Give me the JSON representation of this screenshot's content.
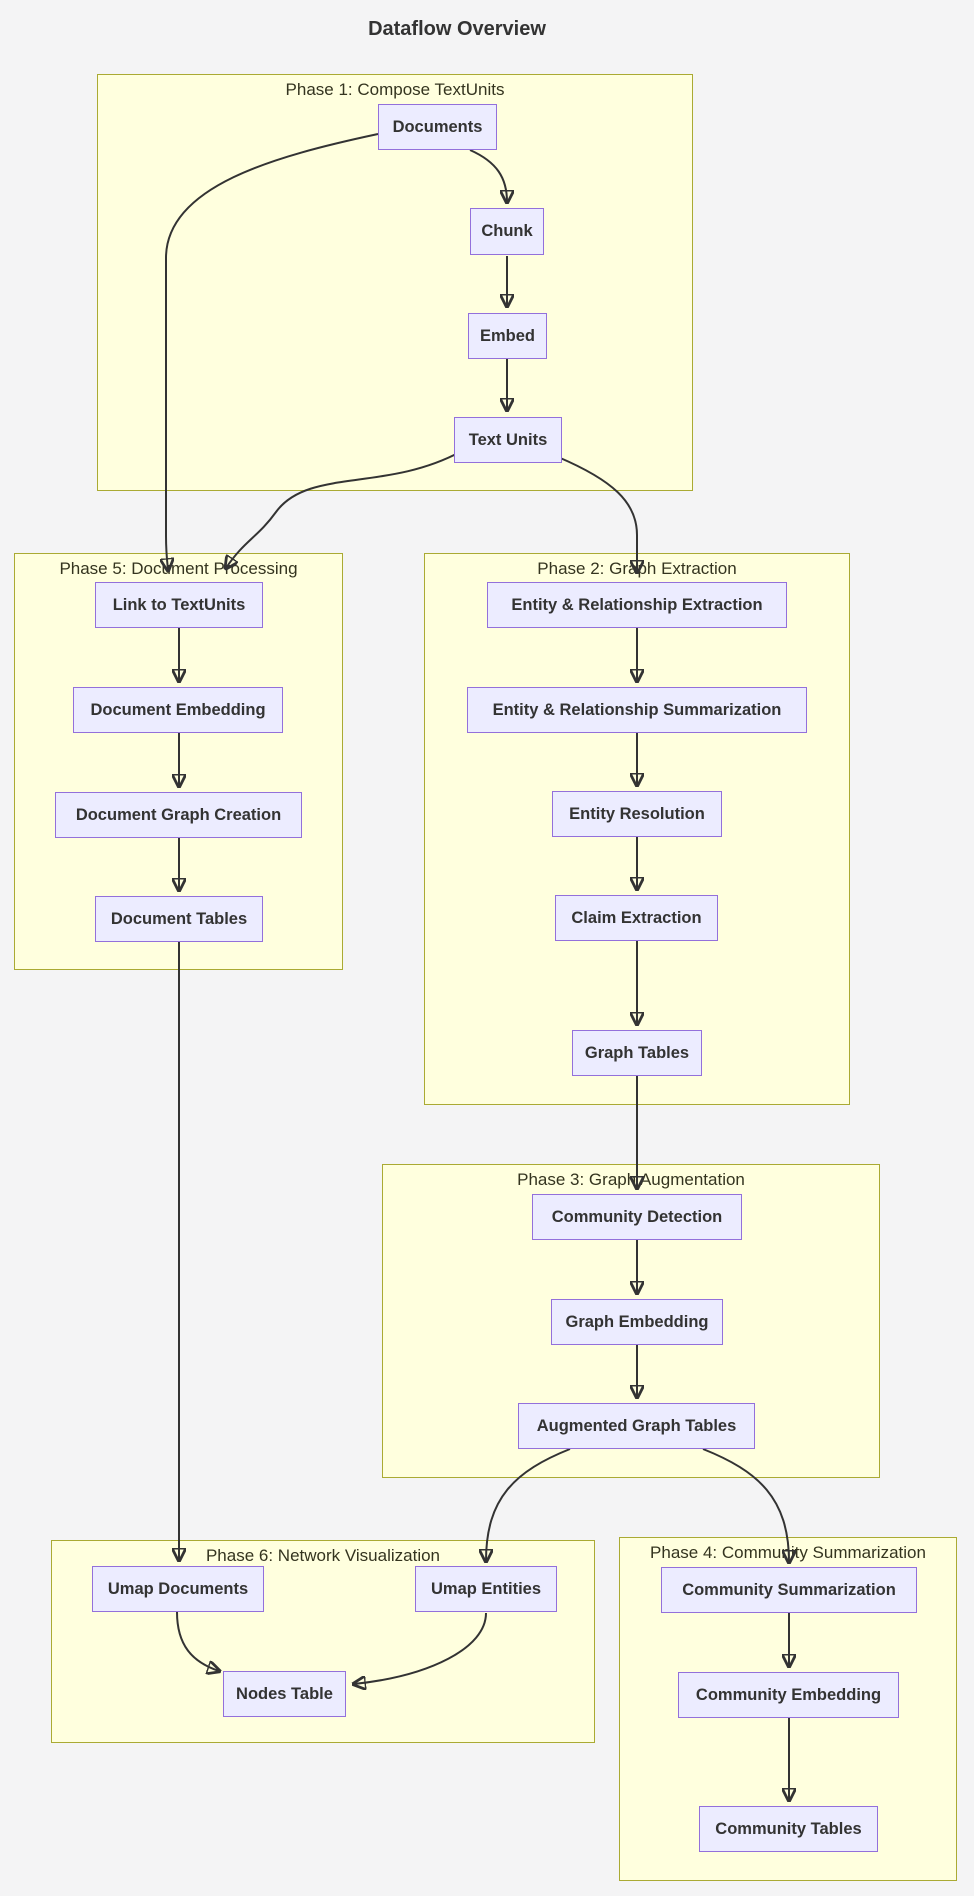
{
  "title": "Dataflow Overview",
  "diagram": {
    "phases": [
      {
        "id": "phase1",
        "label": "Phase 1: Compose TextUnits",
        "nodes": [
          {
            "id": "documents",
            "label": "Documents"
          },
          {
            "id": "chunk",
            "label": "Chunk"
          },
          {
            "id": "embed",
            "label": "Embed"
          },
          {
            "id": "text-units",
            "label": "Text Units"
          }
        ]
      },
      {
        "id": "phase5",
        "label": "Phase 5: Document Processing",
        "nodes": [
          {
            "id": "link-to-textunits",
            "label": "Link to TextUnits"
          },
          {
            "id": "document-embedding",
            "label": "Document Embedding"
          },
          {
            "id": "document-graph-creation",
            "label": "Document Graph Creation"
          },
          {
            "id": "document-tables",
            "label": "Document Tables"
          }
        ]
      },
      {
        "id": "phase2",
        "label": "Phase 2: Graph Extraction",
        "nodes": [
          {
            "id": "entity-relationship-extraction",
            "label": "Entity & Relationship Extraction"
          },
          {
            "id": "entity-relationship-summarization",
            "label": "Entity & Relationship Summarization"
          },
          {
            "id": "entity-resolution",
            "label": "Entity Resolution"
          },
          {
            "id": "claim-extraction",
            "label": "Claim Extraction"
          },
          {
            "id": "graph-tables",
            "label": "Graph Tables"
          }
        ]
      },
      {
        "id": "phase3",
        "label": "Phase 3: Graph Augmentation",
        "nodes": [
          {
            "id": "community-detection",
            "label": "Community Detection"
          },
          {
            "id": "graph-embedding",
            "label": "Graph Embedding"
          },
          {
            "id": "augmented-graph-tables",
            "label": "Augmented Graph Tables"
          }
        ]
      },
      {
        "id": "phase6",
        "label": "Phase 6: Network Visualization",
        "nodes": [
          {
            "id": "umap-documents",
            "label": "Umap Documents"
          },
          {
            "id": "umap-entities",
            "label": "Umap Entities"
          },
          {
            "id": "nodes-table",
            "label": "Nodes Table"
          }
        ]
      },
      {
        "id": "phase4",
        "label": "Phase 4: Community Summarization",
        "nodes": [
          {
            "id": "community-summarization",
            "label": "Community Summarization"
          },
          {
            "id": "community-embedding",
            "label": "Community Embedding"
          },
          {
            "id": "community-tables",
            "label": "Community Tables"
          }
        ]
      }
    ],
    "edges": [
      {
        "from": "Documents",
        "to": "Chunk"
      },
      {
        "from": "Chunk",
        "to": "Embed"
      },
      {
        "from": "Embed",
        "to": "Text Units"
      },
      {
        "from": "Documents",
        "to": "Link to TextUnits"
      },
      {
        "from": "Text Units",
        "to": "Link to TextUnits"
      },
      {
        "from": "Text Units",
        "to": "Entity & Relationship Extraction"
      },
      {
        "from": "Link to TextUnits",
        "to": "Document Embedding"
      },
      {
        "from": "Document Embedding",
        "to": "Document Graph Creation"
      },
      {
        "from": "Document Graph Creation",
        "to": "Document Tables"
      },
      {
        "from": "Document Tables",
        "to": "Umap Documents"
      },
      {
        "from": "Entity & Relationship Extraction",
        "to": "Entity & Relationship Summarization"
      },
      {
        "from": "Entity & Relationship Summarization",
        "to": "Entity Resolution"
      },
      {
        "from": "Entity Resolution",
        "to": "Claim Extraction"
      },
      {
        "from": "Claim Extraction",
        "to": "Graph Tables"
      },
      {
        "from": "Graph Tables",
        "to": "Community Detection"
      },
      {
        "from": "Community Detection",
        "to": "Graph Embedding"
      },
      {
        "from": "Graph Embedding",
        "to": "Augmented Graph Tables"
      },
      {
        "from": "Augmented Graph Tables",
        "to": "Umap Entities"
      },
      {
        "from": "Augmented Graph Tables",
        "to": "Community Summarization"
      },
      {
        "from": "Community Summarization",
        "to": "Community Embedding"
      },
      {
        "from": "Community Embedding",
        "to": "Community Tables"
      },
      {
        "from": "Umap Documents",
        "to": "Nodes Table"
      },
      {
        "from": "Umap Entities",
        "to": "Nodes Table"
      }
    ],
    "colors": {
      "background": "#f4f4f5",
      "cluster_fill": "#ffffde",
      "cluster_border": "#aaaa33",
      "node_fill": "#ececff",
      "node_border": "#9370db",
      "edge": "#333333",
      "text": "#333333"
    }
  }
}
